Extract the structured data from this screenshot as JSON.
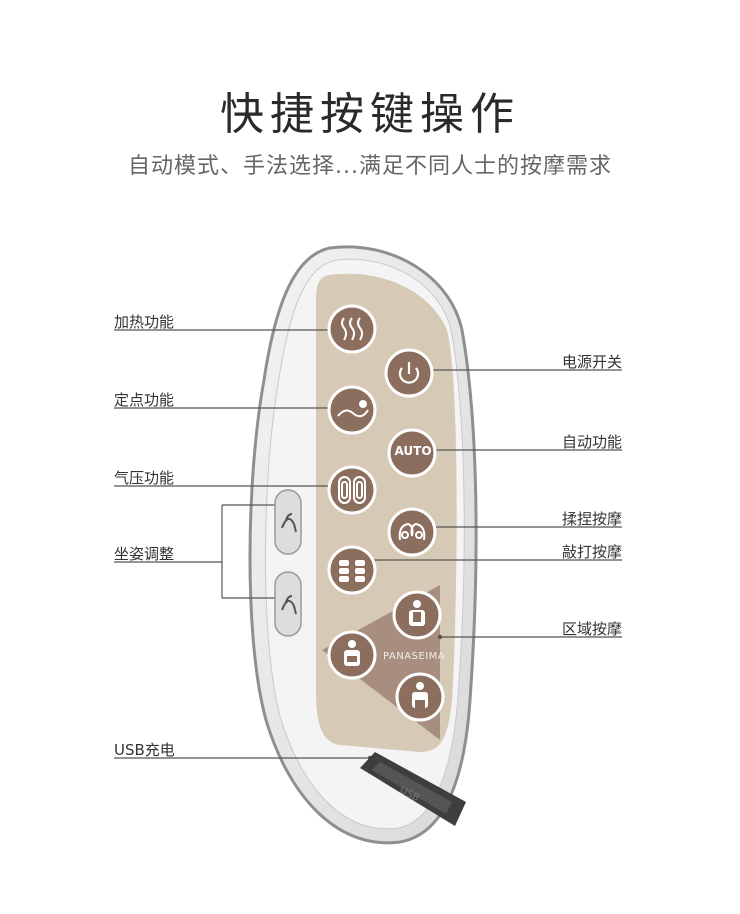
{
  "header": {
    "title": "快捷按键操作",
    "subtitle": "自动模式、手法选择...满足不同人士的按摩需求"
  },
  "labels": {
    "heating": "加热功能",
    "fixed_point": "定点功能",
    "air_pressure": "气压功能",
    "posture_adjust": "坐姿调整",
    "usb_charge": "USB充电",
    "power": "电源开关",
    "auto_function": "自动功能",
    "kneading": "揉捏按摩",
    "tapping": "敲打按摩",
    "zone_massage": "区域按摩"
  },
  "device": {
    "auto_button_text": "AUTO",
    "brand": "PANASEIMA",
    "usb_port_text": "USB"
  },
  "colors": {
    "panel": "#d6c9b5",
    "zone_triangle": "#a88e7e",
    "button_fill": "#8b6e5e",
    "button_ring": "#ffffff",
    "shell": "#e9e9e9",
    "shell_outline": "#8f8f8f",
    "leader_line": "#555555"
  },
  "icons": [
    "heat-waves-icon",
    "power-icon",
    "fixed-point-icon",
    "air-pressure-icon",
    "kneading-hands-icon",
    "tapping-icon",
    "upper-body-icon",
    "full-body-icon",
    "lower-body-icon",
    "seat-recline-icon"
  ]
}
